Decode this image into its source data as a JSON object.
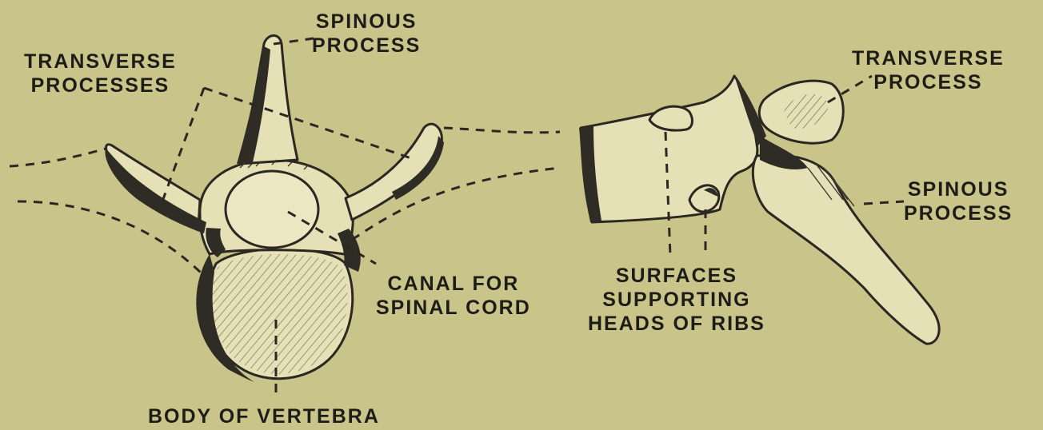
{
  "labels": {
    "left": {
      "spinous_process": [
        "SPINOUS",
        "PROCESS"
      ],
      "transverse_processes": [
        "TRANSVERSE",
        "PROCESSES"
      ],
      "canal": [
        "CANAL FOR",
        "SPINAL CORD"
      ],
      "body": [
        "BODY OF VERTEBRA"
      ]
    },
    "right": {
      "transverse_process": [
        "TRANSVERSE",
        "PROCESS"
      ],
      "spinous_process": [
        "SPINOUS",
        "PROCESS"
      ],
      "surfaces": [
        "SURFACES",
        "SUPPORTING",
        "HEADS OF RIBS"
      ]
    }
  },
  "colors": {
    "background": "#c9c48a",
    "bone": "#e6e0b6",
    "ink": "#2a2820"
  }
}
